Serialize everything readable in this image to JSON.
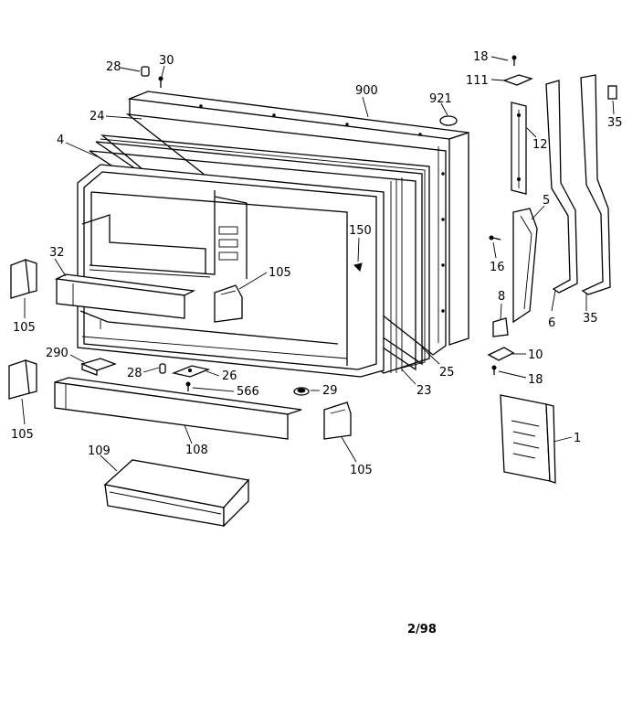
{
  "diagram": {
    "page_code": "2/98",
    "part_labels": {
      "p28_top": "28",
      "p30": "30",
      "p900": "900",
      "p921": "921",
      "p24": "24",
      "p4": "4",
      "p18_top": "18",
      "p111": "111",
      "p35_top": "35",
      "p12": "12",
      "p5": "5",
      "p16": "16",
      "p8": "8",
      "p6": "6",
      "p35_bottom": "35",
      "p10": "10",
      "p18_bottom": "18",
      "p1": "1",
      "p150": "150",
      "p105_mid": "105",
      "p32": "32",
      "p105_left_top": "105",
      "p105_left_bottom": "105",
      "p290": "290",
      "p28_mid": "28",
      "p26": "26",
      "p566": "566",
      "p29": "29",
      "p23": "23",
      "p25": "25",
      "p108": "108",
      "p109": "109",
      "p105_bottom": "105"
    }
  }
}
